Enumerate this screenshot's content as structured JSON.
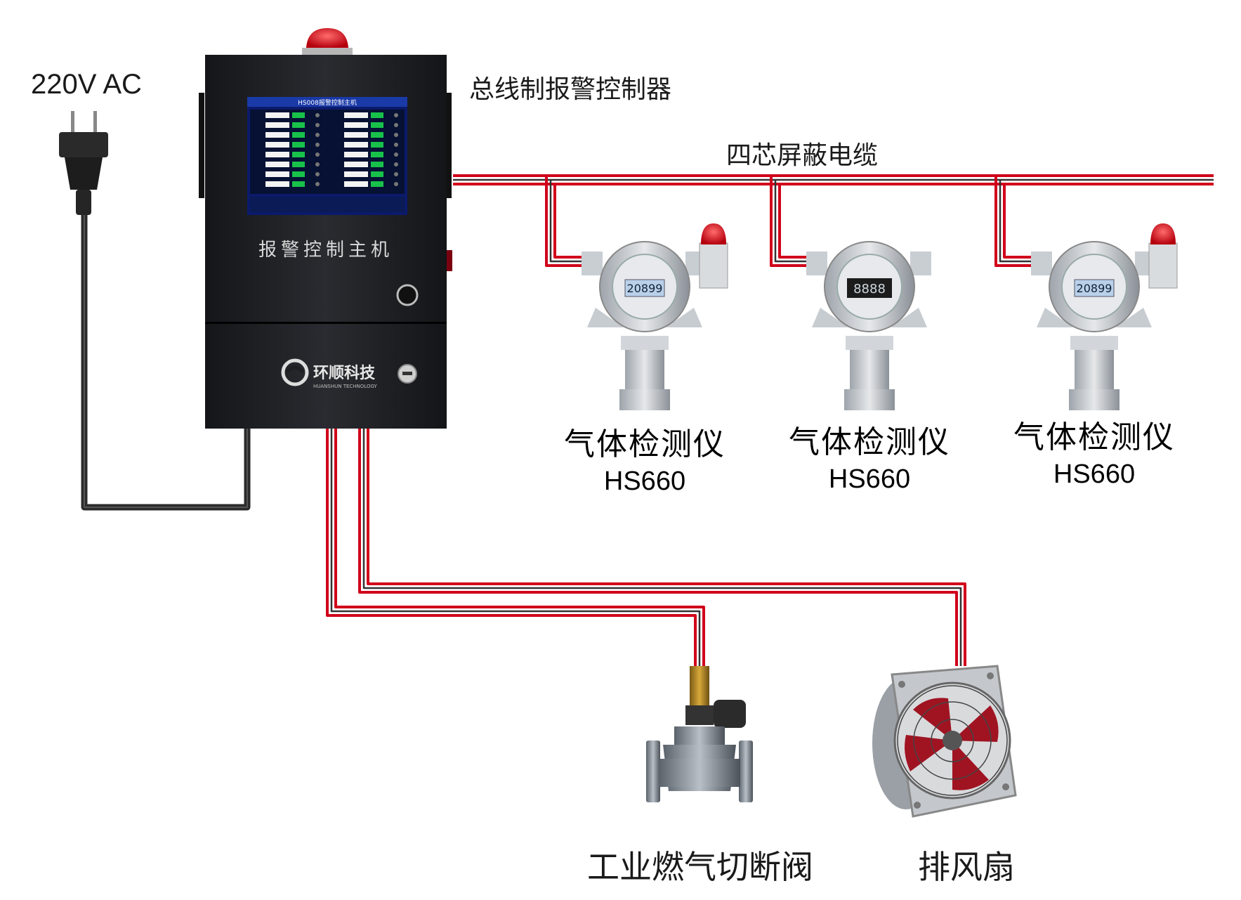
{
  "power": {
    "label": "220V AC"
  },
  "controller": {
    "label": "总线制报警控制器",
    "panel_label": "报警控制主机",
    "screen_title": "HS008报警控制主机",
    "brand_cn": "环顺科技",
    "brand_en": "HUANSHUN TECHNOLOGY"
  },
  "cable": {
    "label": "四芯屏蔽电缆"
  },
  "detectors": [
    {
      "name": "气体检测仪",
      "model": "HS660",
      "reading": "20899"
    },
    {
      "name": "气体检测仪",
      "model": "HS660",
      "reading": "8888"
    },
    {
      "name": "气体检测仪",
      "model": "HS660",
      "reading": "20899"
    }
  ],
  "valve": {
    "label": "工业燃气切断阀"
  },
  "fan": {
    "label": "排风扇"
  },
  "colors": {
    "wire_red": "#d0021b",
    "wire_dark": "#2b2b2b",
    "cabinet": "#1e1f22",
    "screen": "#0b1a6b"
  }
}
